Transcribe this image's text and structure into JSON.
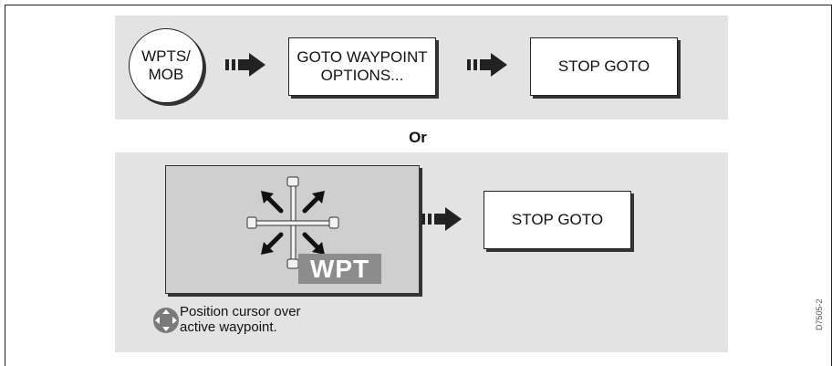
{
  "top_row": {
    "wpts_key": "WPTS/\nMOB",
    "goto_options": "GOTO WAYPOINT\nOPTIONS...",
    "stop_goto": "STOP GOTO"
  },
  "or_label": "Or",
  "bottom_row": {
    "wpt_tag": "WPT",
    "stop_goto": "STOP GOTO",
    "hint": "Position cursor over\nactive waypoint."
  },
  "figure_code": "D7505-2",
  "colors": {
    "panel": "#e3e3e3",
    "cursor_panel": "#cfcfcf",
    "tag": "#8c8c8c"
  },
  "icons": [
    "arrow-right-icon",
    "cursor-crosshair-icon",
    "trackpad-icon"
  ]
}
